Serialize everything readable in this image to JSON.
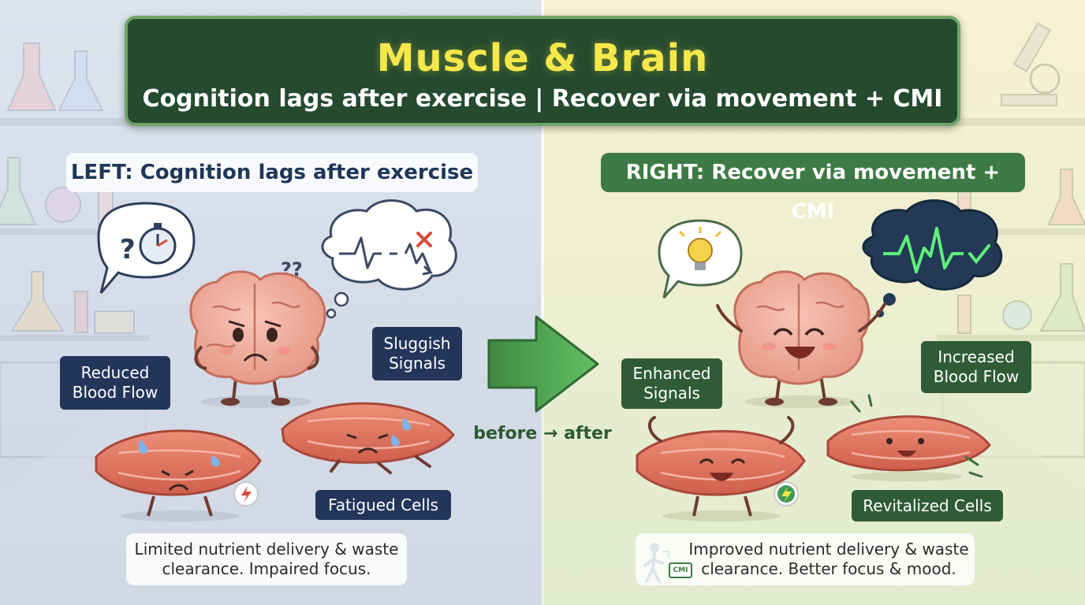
{
  "header": {
    "title": "Muscle & Brain",
    "subtitle": "Cognition lags after exercise | Recover via movement + CMI"
  },
  "left": {
    "section_label": "LEFT: Cognition lags after exercise",
    "callouts": {
      "reduced_blood_flow": "Reduced Blood Flow",
      "sluggish_signals": "Sluggish Signals",
      "fatigued_cells": "Fatigued Cells"
    },
    "note": "Limited nutrient delivery & waste clearance. Impaired focus.",
    "thought_marks": "??",
    "question_mark": "?"
  },
  "right": {
    "section_label": "RIGHT: Recover via movement + CMI",
    "callouts": {
      "enhanced_signals": "Enhanced Signals",
      "increased_blood_flow": "Increased Blood Flow",
      "revitalized_cells": "Revitalized Cells"
    },
    "note": "Improved nutrient delivery & waste clearance. Better focus & mood.",
    "cmi_badge": "CMI"
  },
  "transition": {
    "label": "before → after"
  },
  "colors": {
    "title_bg": "#254a2e",
    "title_text": "#f6e84a",
    "left_bg": "#dfe6ef",
    "right_bg": "#f4f1d2",
    "navy_callout": "#23365a",
    "green_callout": "#2f5c36",
    "arrow": "#4aa34e",
    "muscle": "#e07a66",
    "brain": "#f0a898"
  }
}
